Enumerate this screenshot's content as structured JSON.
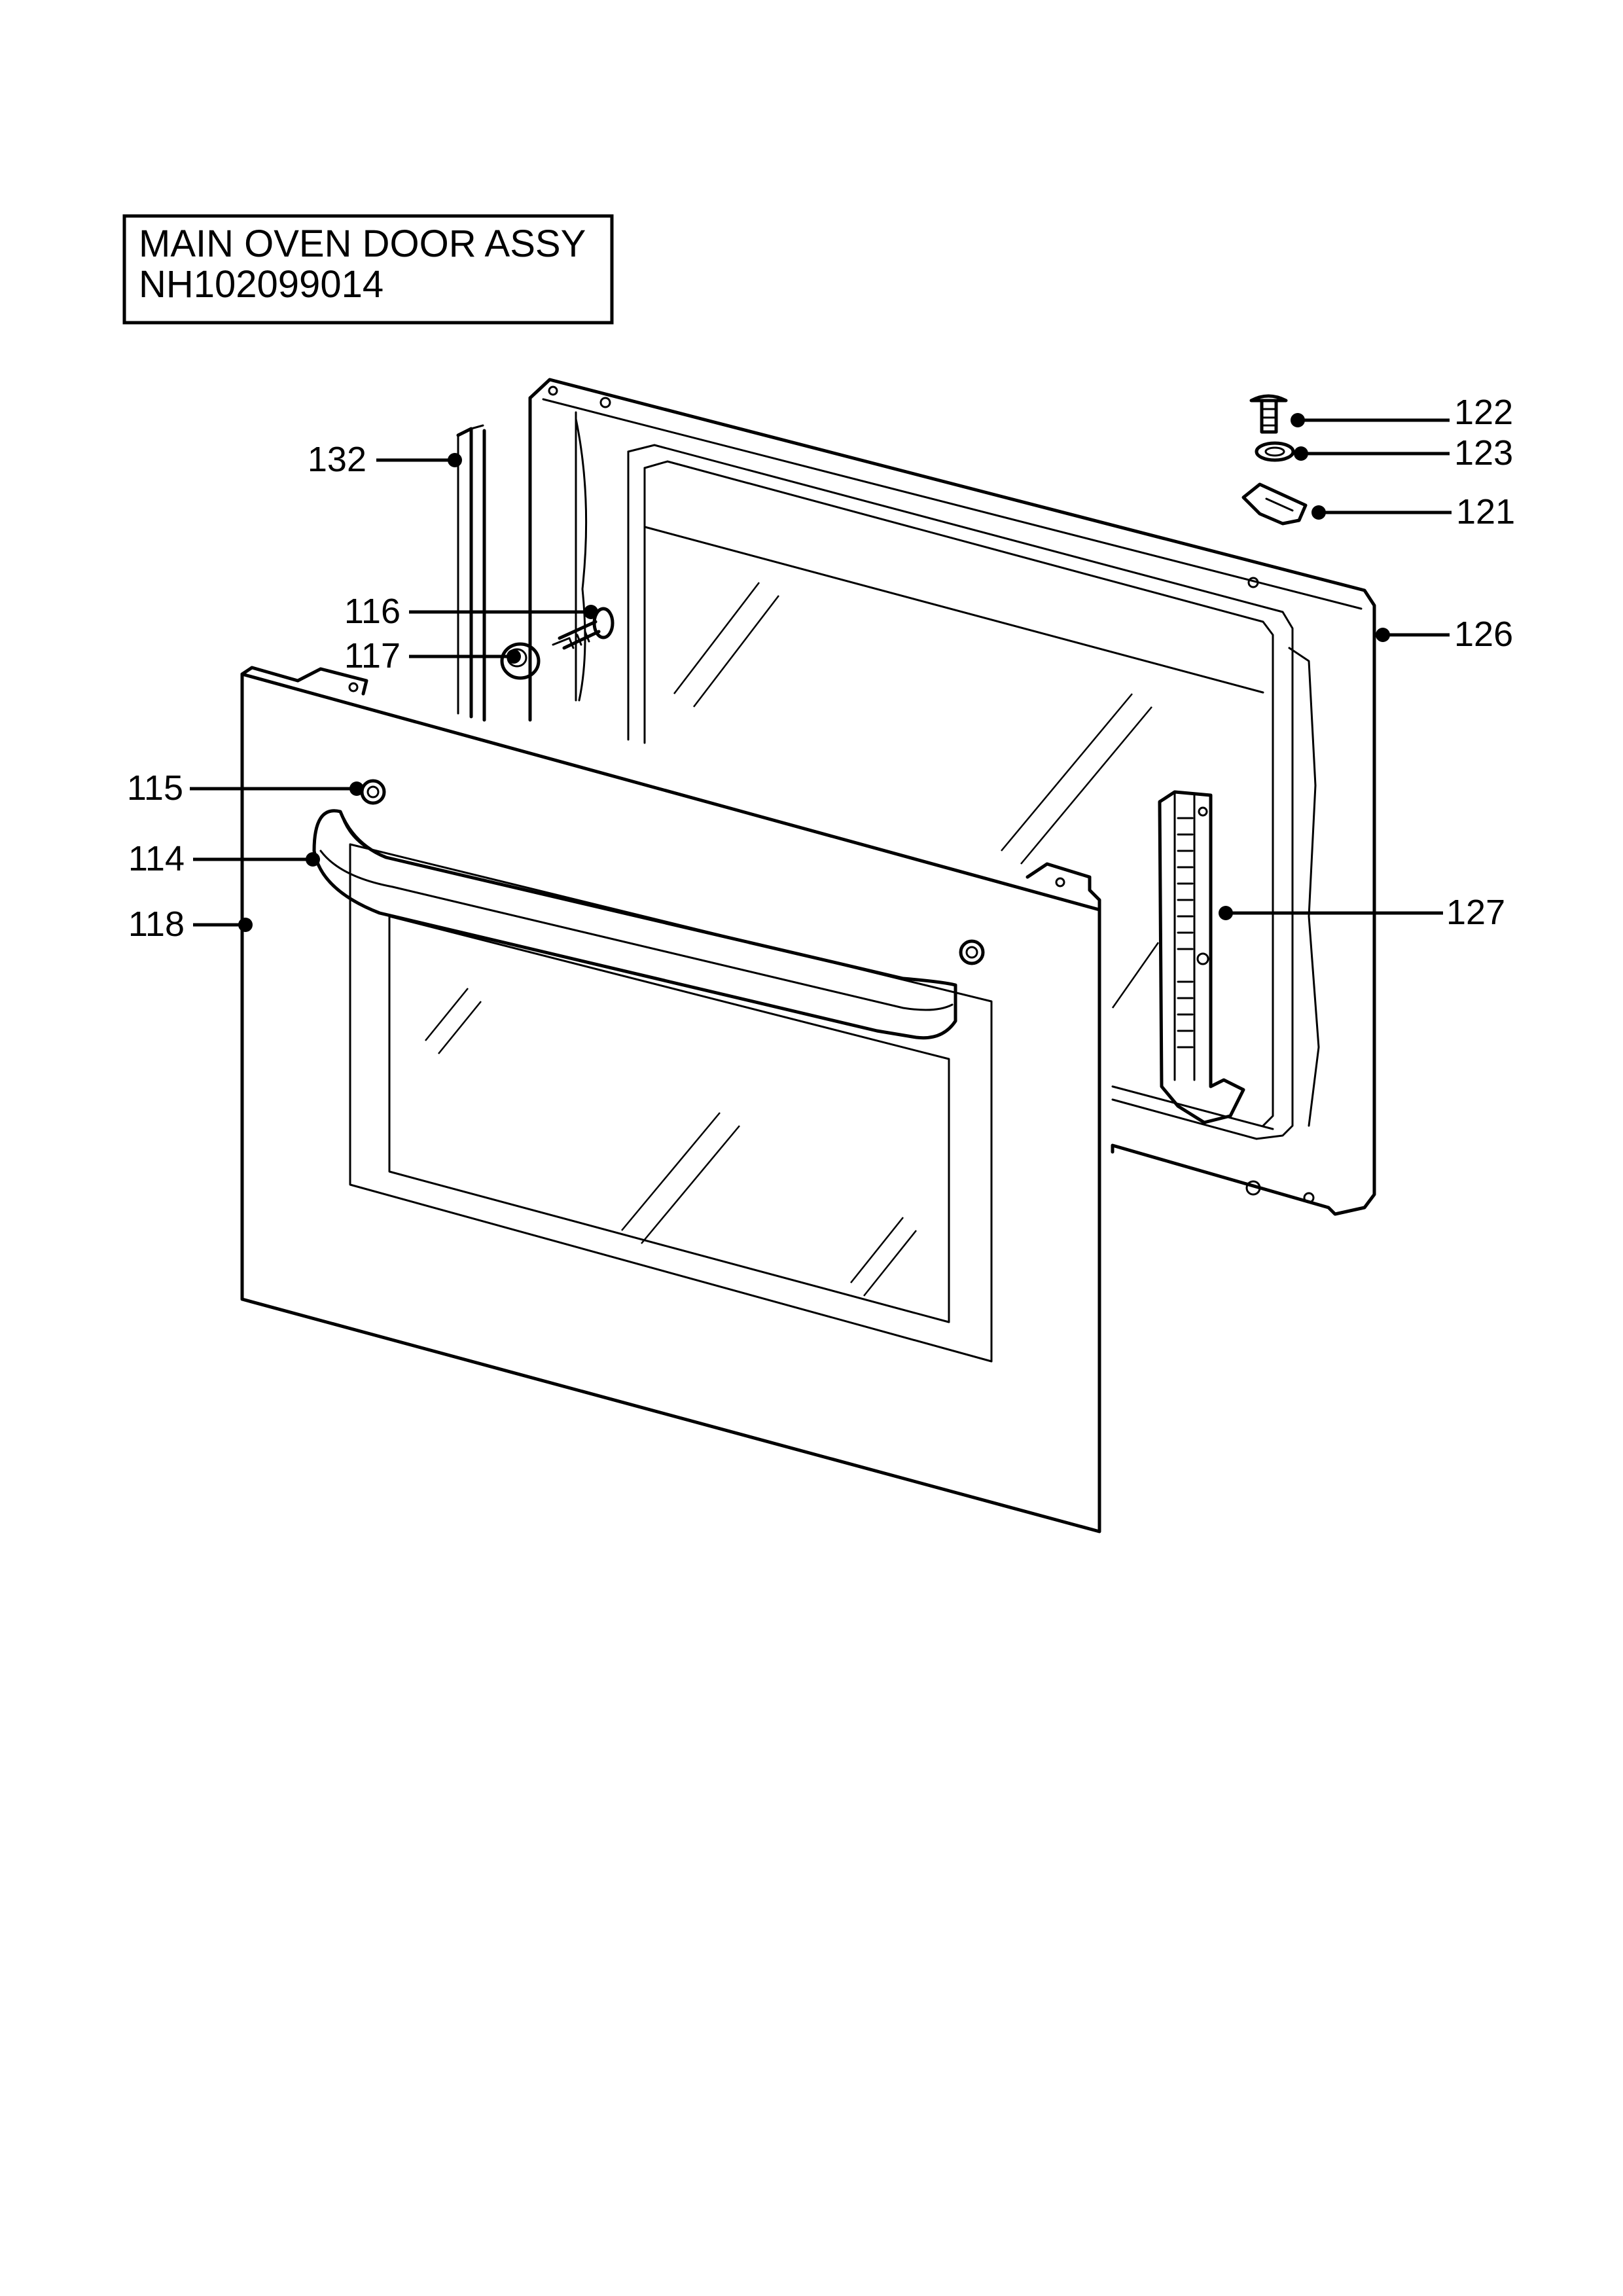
{
  "title_box": {
    "line1": "MAIN OVEN DOOR ASSY",
    "line2": "NH102099014"
  },
  "callouts": [
    {
      "id": "c132",
      "label": "132"
    },
    {
      "id": "c116",
      "label": "116"
    },
    {
      "id": "c117",
      "label": "117"
    },
    {
      "id": "c115",
      "label": "115"
    },
    {
      "id": "c114",
      "label": "114"
    },
    {
      "id": "c118",
      "label": "118"
    },
    {
      "id": "c122",
      "label": "122"
    },
    {
      "id": "c123",
      "label": "123"
    },
    {
      "id": "c121",
      "label": "121"
    },
    {
      "id": "c126",
      "label": "126"
    },
    {
      "id": "c127",
      "label": "127"
    }
  ]
}
